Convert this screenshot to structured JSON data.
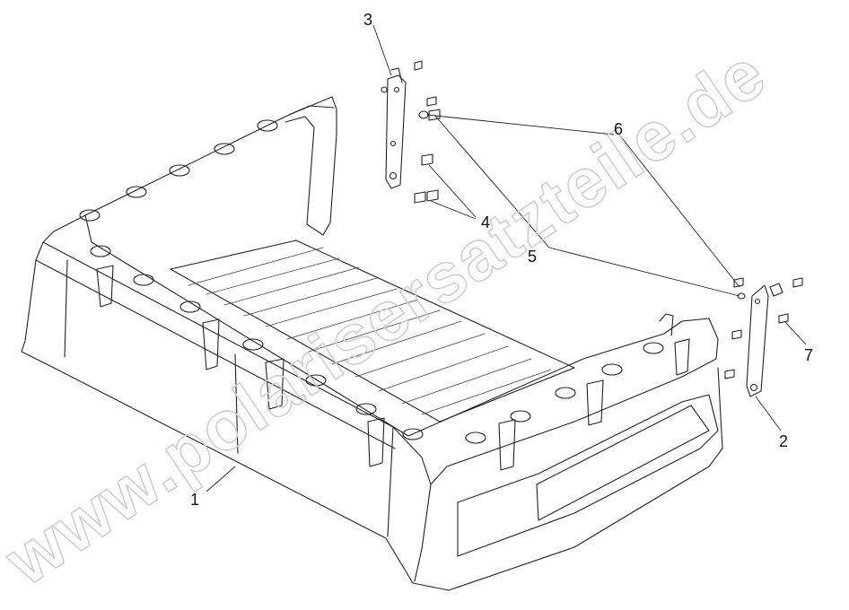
{
  "watermark": "www.polarisersatzteile.de",
  "callouts": [
    {
      "id": "1",
      "label": "1"
    },
    {
      "id": "2",
      "label": "2"
    },
    {
      "id": "3",
      "label": "3"
    },
    {
      "id": "4",
      "label": "4"
    },
    {
      "id": "5",
      "label": "5"
    },
    {
      "id": "6",
      "label": "6"
    },
    {
      "id": "7",
      "label": "7"
    }
  ]
}
